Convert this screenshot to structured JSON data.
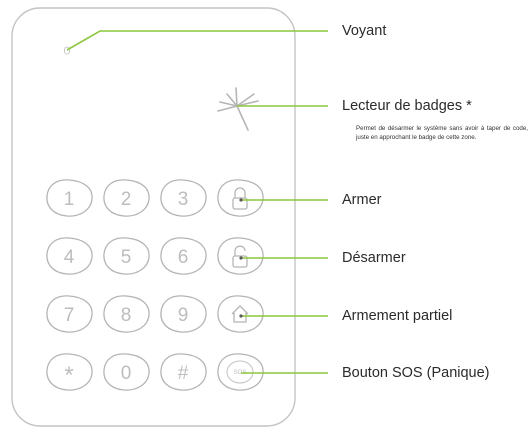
{
  "labels": {
    "voyant": "Voyant",
    "lecteur": "Lecteur de badges *",
    "lecteur_desc": "Permet de désarmer le système sans avoir à taper de code, juste en approchant le badge de cette zone.",
    "armer": "Armer",
    "desarmer": "Désarmer",
    "armement_partiel": "Armement partiel",
    "sos": "Bouton SOS (Panique)"
  },
  "keys": {
    "k1": "1",
    "k2": "2",
    "k3": "3",
    "k4": "4",
    "k5": "5",
    "k6": "6",
    "k7": "7",
    "k8": "8",
    "k9": "9",
    "kstar": "*",
    "k0": "0",
    "khash": "#",
    "sos_key": "SOS"
  },
  "colors": {
    "callout": "#8cc63f",
    "outline": "#b5b5b5",
    "text": "#2b2b2b"
  }
}
